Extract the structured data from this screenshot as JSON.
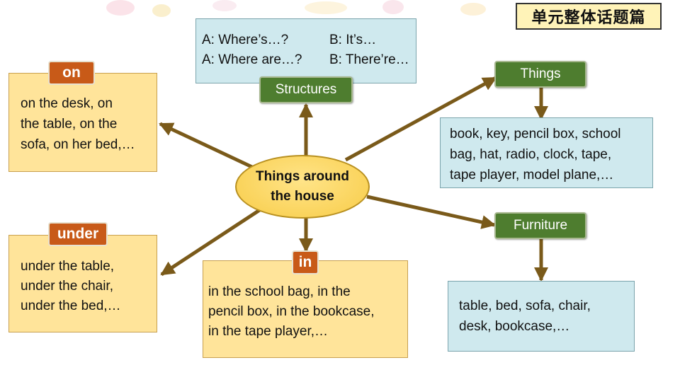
{
  "title_tag": "单元整体话题篇",
  "center": {
    "line1": "Things around",
    "line2": "the house"
  },
  "structures": {
    "label": "Structures",
    "rows": [
      {
        "a": "A: Where’s…?",
        "b": "B: It’s…"
      },
      {
        "a": "A: Where are…?",
        "b": "B: There’re…"
      }
    ]
  },
  "on_node": {
    "label": "on",
    "lines": [
      "on the desk, on",
      "the table, on the",
      "sofa, on her bed,…"
    ]
  },
  "under_node": {
    "label": "under",
    "lines": [
      "under the table,",
      "under the chair,",
      "under the bed,…"
    ]
  },
  "in_node": {
    "label": "in",
    "lines": [
      "in the school bag, in the",
      "pencil  box, in the bookcase,",
      "in the tape player,…"
    ]
  },
  "things_node": {
    "label": "Things",
    "lines": [
      "book, key, pencil box, school",
      "bag, hat, radio, clock, tape,",
      "tape player, model plane,…"
    ]
  },
  "furniture_node": {
    "label": "Furniture",
    "lines": [
      "table, bed, sofa, chair,",
      "desk, bookcase,…"
    ]
  },
  "colors": {
    "arrow": "#7a5a1a",
    "orange_tag": "#c85a18",
    "green_tag": "#4e7d2f",
    "yellow_box": "#ffe49a",
    "blue_box": "#cfe9ee",
    "center_ellipse": "#f8cc48"
  }
}
